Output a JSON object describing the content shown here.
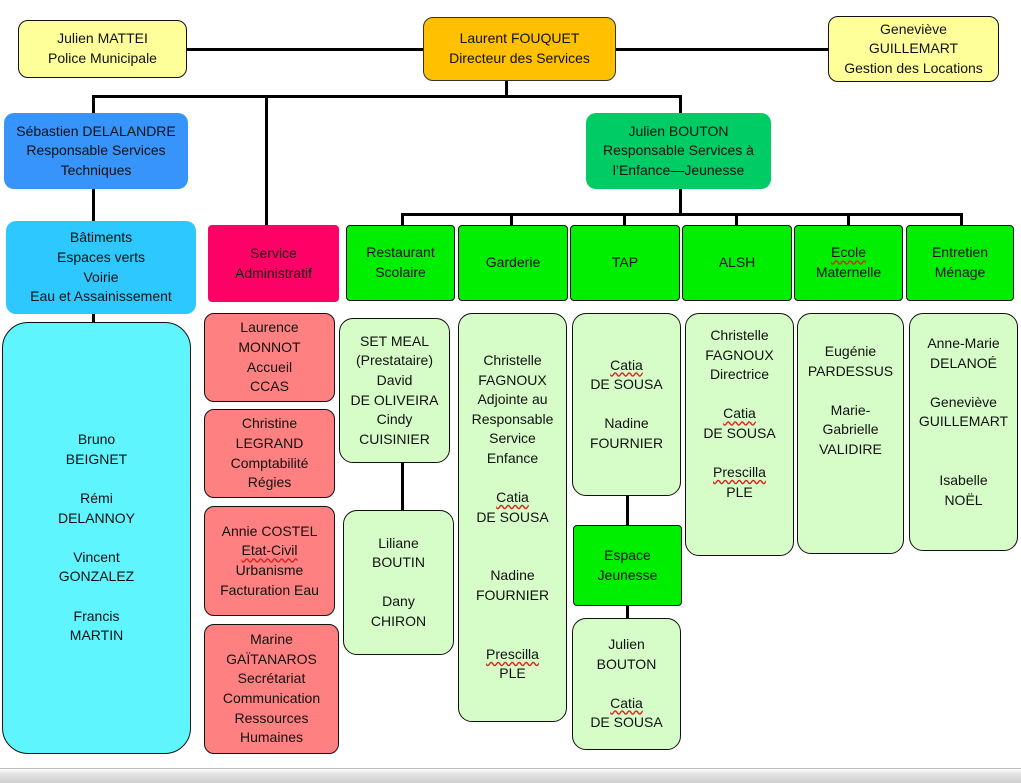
{
  "top": {
    "left": [
      "Julien MATTEI",
      "Police Municipale"
    ],
    "center": [
      "Laurent FOUQUET",
      "Directeur des Services"
    ],
    "right": [
      "Geneviève",
      "GUILLEMART",
      "Gestion des Locations"
    ]
  },
  "level2": {
    "technique": [
      "Sébastien DELALANDRE",
      "Responsable Services",
      "Techniques"
    ],
    "enfance": [
      "Julien BOUTON",
      "Responsable Services à",
      "l’Enfance—Jeunesse"
    ]
  },
  "technique": {
    "services": [
      "Bâtiments",
      "Espaces verts",
      "Voirie",
      "Eau et Assainissement"
    ],
    "staff": [
      "Bruno",
      "BEIGNET",
      "",
      "Rémi",
      "DELANNOY",
      "",
      "Vincent",
      "GONZALEZ",
      "",
      "Francis",
      "MARTIN"
    ]
  },
  "admin": {
    "title": [
      "Service",
      "Administratif"
    ],
    "cards": [
      [
        "Laurence",
        "MONNOT",
        "Accueil",
        "CCAS"
      ],
      [
        "Christine",
        "LEGRAND",
        "Comptabilité",
        "Régies"
      ],
      [
        "Annie COSTEL",
        "Etat-Civil",
        "Urbanisme",
        "Facturation Eau"
      ],
      [
        "Marine",
        "GAÏTANAROS",
        "Secrétariat",
        "Communication",
        "Ressources",
        "Humaines"
      ]
    ]
  },
  "units": {
    "restaurant": {
      "title": [
        "Restaurant",
        "Scolaire"
      ],
      "card1": [
        "SET MEAL",
        "(Prestataire)",
        "David",
        "DE OLIVEIRA",
        "Cindy",
        "CUISINIER"
      ],
      "card2": [
        "Liliane",
        "BOUTIN",
        "",
        "Dany",
        "CHIRON"
      ]
    },
    "garderie": {
      "title": [
        "Garderie"
      ],
      "card": [
        "Christelle",
        "FAGNOUX",
        "Adjointe au",
        "Responsable",
        "Service",
        "Enfance",
        "",
        "Catia",
        "DE SOUSA",
        "",
        "",
        "Nadine",
        "FOURNIER",
        "",
        "",
        "Prescilla",
        "PLE"
      ]
    },
    "tap": {
      "title": [
        "TAP"
      ],
      "card": [
        "Catia",
        "DE SOUSA",
        "",
        "Nadine",
        "FOURNIER"
      ]
    },
    "jeunesse": {
      "title": [
        "Espace",
        "Jeunesse"
      ],
      "card": [
        "Julien",
        "BOUTON",
        "",
        "Catia",
        "DE SOUSA"
      ]
    },
    "alsh": {
      "title": [
        "ALSH"
      ],
      "card": [
        "Christelle",
        "FAGNOUX",
        "Directrice",
        "",
        "Catia",
        "DE SOUSA",
        "",
        "Prescilla",
        "PLE"
      ]
    },
    "ecole": {
      "title": [
        "Ecole",
        "Maternelle"
      ],
      "card": [
        "Eugénie",
        "PARDESSUS",
        "",
        "Marie-",
        "Gabrielle",
        "VALIDIRE"
      ]
    },
    "entretien": {
      "title": [
        "Entretien",
        "Ménage"
      ],
      "card": [
        "Anne-Marie",
        "DELANOÉ",
        "",
        "Geneviève",
        "GUILLEMART",
        "",
        "",
        "Isabelle",
        "NOËL"
      ]
    }
  },
  "colors": {
    "yellow": "#ffff99",
    "director": "#ffc000",
    "technique": "#3794fb",
    "enfance": "#00cc66",
    "services_cyan": "#2cc8ff",
    "staff_cyan": "#5ff5ff",
    "admin_pink": "#ff0066",
    "admin_salmon": "#ff8080",
    "unit_green": "#00ee00",
    "card_pale_green": "#d6fcc8"
  }
}
